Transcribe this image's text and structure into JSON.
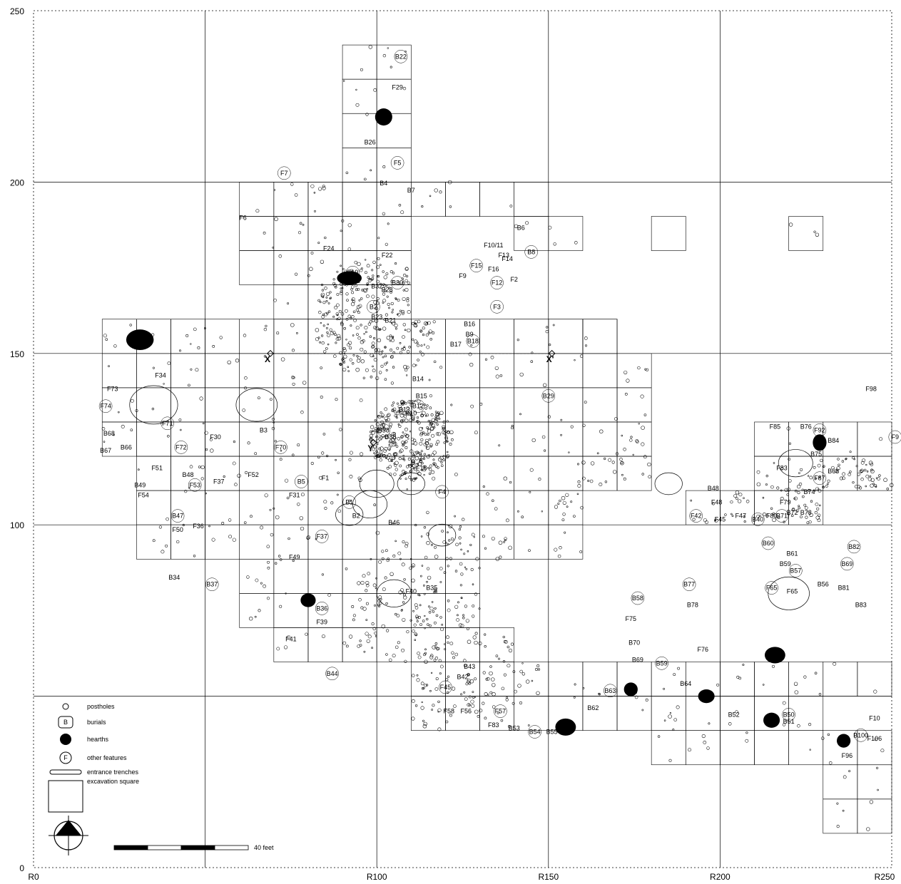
{
  "axes": {
    "y_labels": [
      "250",
      "200",
      "150",
      "100",
      "0"
    ],
    "y_values": [
      250,
      200,
      150,
      100,
      0
    ],
    "x_labels": [
      "R0",
      "R100",
      "R150",
      "R200",
      "R250"
    ],
    "x_values": [
      0,
      100,
      150,
      200,
      250
    ],
    "range": {
      "x": [
        0,
        250
      ],
      "y": [
        0,
        250
      ]
    }
  },
  "profile_markers": [
    "X",
    "X'",
    "Y"
  ],
  "feature_labels": [
    "B22",
    "F29",
    "B26",
    "F5",
    "B4",
    "B7",
    "F7",
    "F6",
    "B6",
    "B8",
    "F10/11",
    "F13",
    "F15",
    "F16",
    "F14",
    "F12",
    "F9",
    "F2",
    "F3",
    "B32",
    "B28",
    "B2",
    "B23",
    "B21",
    "B30",
    "F24",
    "F22",
    "F19",
    "B16",
    "B9",
    "B18",
    "B17",
    "F73",
    "F74",
    "F34",
    "B68",
    "F71",
    "B67",
    "B66",
    "F72",
    "F30",
    "B3",
    "F70",
    "B14",
    "B15",
    "B12",
    "B13",
    "B10",
    "B38",
    "B38",
    "F18",
    "B29",
    "F51",
    "B48",
    "F53",
    "F37",
    "F52",
    "B5",
    "F1",
    "F31",
    "F4",
    "B49",
    "F54",
    "B1",
    "B2",
    "B46",
    "B47",
    "F50",
    "F36",
    "F37",
    "F49",
    "B34",
    "B37",
    "F40",
    "B35",
    "B36",
    "F39",
    "F41",
    "B44",
    "B43",
    "B42",
    "F45",
    "F58",
    "F56",
    "F57",
    "F83",
    "B53",
    "B54",
    "B55",
    "B62",
    "B63",
    "B70",
    "B69",
    "B58",
    "F75",
    "B78",
    "B77",
    "F76",
    "B64",
    "B59",
    "B52",
    "B51",
    "B50",
    "B48",
    "F48",
    "F42",
    "F45",
    "F47",
    "B40",
    "F80",
    "F79",
    "B71",
    "B72",
    "B73",
    "B60",
    "B61",
    "B59",
    "B57",
    "B56",
    "F65",
    "F65",
    "F85",
    "B76",
    "F92",
    "B84",
    "B75",
    "F87",
    "B74",
    "B68",
    "B69",
    "B83",
    "F98",
    "F9",
    "B81",
    "F83",
    "B82",
    "F10",
    "F106",
    "B100",
    "F96"
  ],
  "legend": {
    "items": [
      {
        "symbol": "circle",
        "label": "postholes"
      },
      {
        "symbol": "box-B",
        "label": "burials"
      },
      {
        "symbol": "filled",
        "label": "hearths"
      },
      {
        "symbol": "circle-F",
        "label": "other features"
      },
      {
        "symbol": "trench",
        "label": "entrance trenches"
      },
      {
        "symbol": "square",
        "label": "excavation square"
      }
    ],
    "box_letter": "B",
    "feature_letter": "F"
  },
  "scale_bar": {
    "label": "40 feet",
    "segments": 4
  },
  "north_arrow": {
    "icon": "north-arrow-icon"
  }
}
